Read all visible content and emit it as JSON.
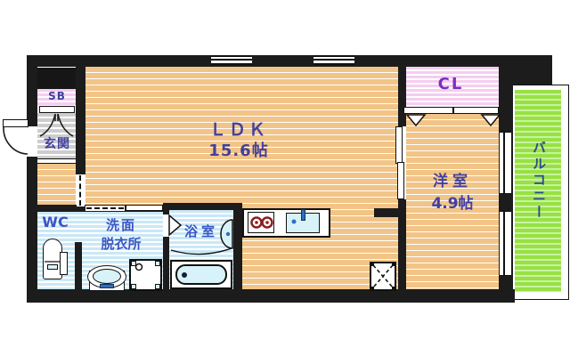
{
  "plan_type": "apartment-floor-plan",
  "rooms": {
    "ldk": {
      "name": "ＬＤＫ",
      "size": "15.6帖"
    },
    "western_room": {
      "name": "洋室",
      "size": "4.9帖"
    },
    "closet": {
      "label": "CL"
    },
    "balcony": {
      "label": "バルコニー"
    },
    "entrance": {
      "label": "玄関"
    },
    "shoe_box": {
      "label": "SB"
    },
    "toilet_room": {
      "label": "WC"
    },
    "washroom": {
      "line1": "洗面",
      "line2": "脱衣所"
    },
    "bathroom": {
      "label": "浴室"
    }
  },
  "palette": {
    "wall": "#1c1c1c",
    "wood_flooring": "#f2c487",
    "wet_area": "#c9e8f7",
    "balcony_green": "#98e145",
    "closet_pink": "#f5cdf1",
    "entrance_tile": "#cdcdcd",
    "label_navy": "#42409f",
    "label_blue": "#3a55c4",
    "label_purple": "#7b2fbe",
    "label_balcony": "#2e4a8e",
    "fixture_cyan": "#d8f2fa",
    "burner_red": "#8a1f1f",
    "faucet_blue": "#2f6fba"
  },
  "icons": {
    "entrance-door-swing-icon": "quarter-arc with door leaf",
    "shoebox-door-swing-icon": "double quarter-arcs",
    "closet-folding-door-icon": "down triangles",
    "bathroom-door-icon": "right triangle",
    "bathtub-icon": "rounded rect with drain",
    "bath-basin-icon": "half ellipse",
    "toilet-icon": "bowl with tank",
    "washbasin-icon": "oval basin on pedestal",
    "washing-machine-pan-icon": "square with corner pads and tap circle",
    "stove-icon": "two burner circles",
    "kitchen-sink-icon": "cyan basin with faucet",
    "refrigerator-space-icon": "square with dashed X",
    "window-icon": "triple-line band"
  }
}
